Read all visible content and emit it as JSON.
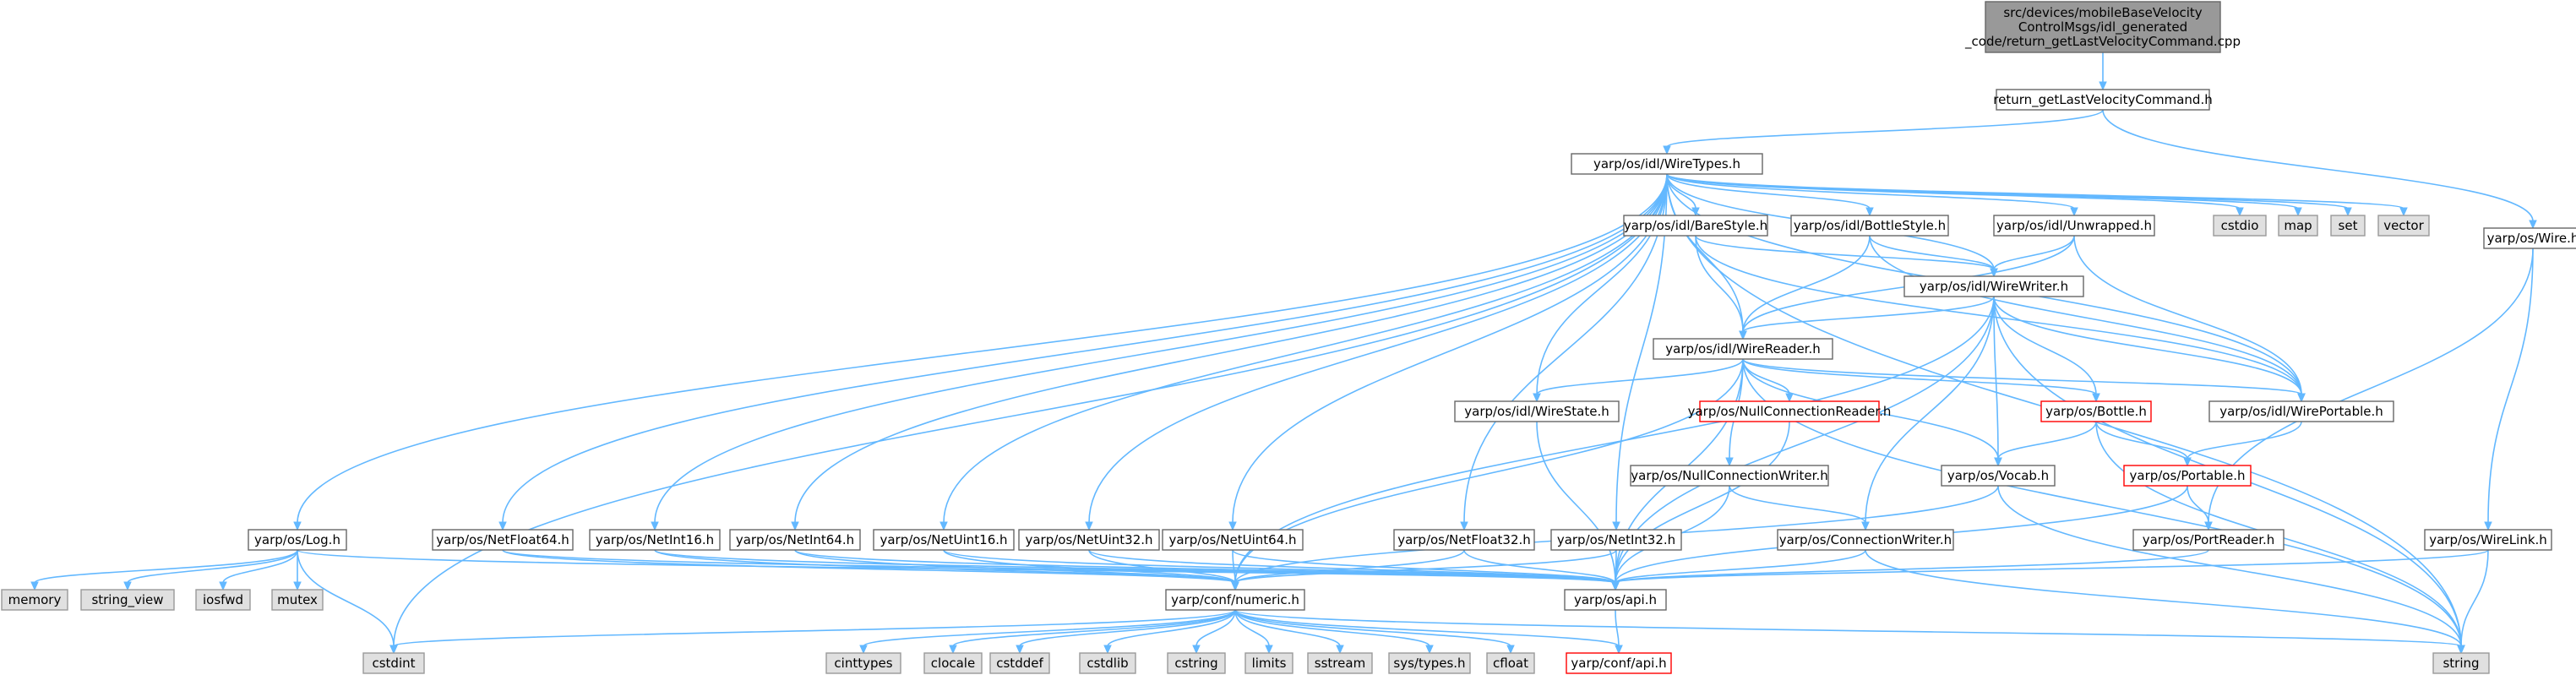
{
  "colors": {
    "root_fill": "#999999",
    "node_fill": "#ffffff",
    "node_stroke": "#666666",
    "external_fill": "#e0e0e0",
    "external_stroke": "#999999",
    "missing_stroke": "#ff0000",
    "edge": "#63b8ff"
  },
  "nodes": [
    {
      "id": "root",
      "kind": "root",
      "lines": [
        "src/devices/mobileBaseVelocity",
        "ControlMsgs/idl_generated",
        "_code/return_getLastVelocityCommand.cpp"
      ]
    },
    {
      "id": "return_h",
      "kind": "internal",
      "lines": [
        "return_getLastVelocityCommand.h"
      ]
    },
    {
      "id": "wiretypes",
      "kind": "internal",
      "lines": [
        "yarp/os/idl/WireTypes.h"
      ]
    },
    {
      "id": "barestyle",
      "kind": "internal",
      "lines": [
        "yarp/os/idl/BareStyle.h"
      ]
    },
    {
      "id": "bottlestyle",
      "kind": "internal",
      "lines": [
        "yarp/os/idl/BottleStyle.h"
      ]
    },
    {
      "id": "unwrapped",
      "kind": "internal",
      "lines": [
        "yarp/os/idl/Unwrapped.h"
      ]
    },
    {
      "id": "cstdio",
      "kind": "external",
      "lines": [
        "cstdio"
      ]
    },
    {
      "id": "map",
      "kind": "external",
      "lines": [
        "map"
      ]
    },
    {
      "id": "set",
      "kind": "external",
      "lines": [
        "set"
      ]
    },
    {
      "id": "vector",
      "kind": "external",
      "lines": [
        "vector"
      ]
    },
    {
      "id": "wire",
      "kind": "internal",
      "lines": [
        "yarp/os/Wire.h"
      ]
    },
    {
      "id": "wirewriter",
      "kind": "internal",
      "lines": [
        "yarp/os/idl/WireWriter.h"
      ]
    },
    {
      "id": "wirereader",
      "kind": "internal",
      "lines": [
        "yarp/os/idl/WireReader.h"
      ]
    },
    {
      "id": "wireportable",
      "kind": "internal",
      "lines": [
        "yarp/os/idl/WirePortable.h"
      ]
    },
    {
      "id": "wirestate",
      "kind": "internal",
      "lines": [
        "yarp/os/idl/WireState.h"
      ]
    },
    {
      "id": "nullconnreader",
      "kind": "missing",
      "lines": [
        "yarp/os/NullConnectionReader.h"
      ]
    },
    {
      "id": "bottle",
      "kind": "missing",
      "lines": [
        "yarp/os/Bottle.h"
      ]
    },
    {
      "id": "nullconnwriter",
      "kind": "internal",
      "lines": [
        "yarp/os/NullConnectionWriter.h"
      ]
    },
    {
      "id": "vocab",
      "kind": "internal",
      "lines": [
        "yarp/os/Vocab.h"
      ]
    },
    {
      "id": "portable",
      "kind": "missing",
      "lines": [
        "yarp/os/Portable.h"
      ]
    },
    {
      "id": "log",
      "kind": "internal",
      "lines": [
        "yarp/os/Log.h"
      ]
    },
    {
      "id": "netfloat64",
      "kind": "internal",
      "lines": [
        "yarp/os/NetFloat64.h"
      ]
    },
    {
      "id": "netint16",
      "kind": "internal",
      "lines": [
        "yarp/os/NetInt16.h"
      ]
    },
    {
      "id": "netint64",
      "kind": "internal",
      "lines": [
        "yarp/os/NetInt64.h"
      ]
    },
    {
      "id": "netuint16",
      "kind": "internal",
      "lines": [
        "yarp/os/NetUint16.h"
      ]
    },
    {
      "id": "netuint32",
      "kind": "internal",
      "lines": [
        "yarp/os/NetUint32.h"
      ]
    },
    {
      "id": "netuint64",
      "kind": "internal",
      "lines": [
        "yarp/os/NetUint64.h"
      ]
    },
    {
      "id": "netfloat32",
      "kind": "internal",
      "lines": [
        "yarp/os/NetFloat32.h"
      ]
    },
    {
      "id": "netint32",
      "kind": "internal",
      "lines": [
        "yarp/os/NetInt32.h"
      ]
    },
    {
      "id": "connwriter",
      "kind": "internal",
      "lines": [
        "yarp/os/ConnectionWriter.h"
      ]
    },
    {
      "id": "portreader",
      "kind": "internal",
      "lines": [
        "yarp/os/PortReader.h"
      ]
    },
    {
      "id": "wirelink",
      "kind": "internal",
      "lines": [
        "yarp/os/WireLink.h"
      ]
    },
    {
      "id": "memory",
      "kind": "external",
      "lines": [
        "memory"
      ]
    },
    {
      "id": "string_view",
      "kind": "external",
      "lines": [
        "string_view"
      ]
    },
    {
      "id": "iosfwd",
      "kind": "external",
      "lines": [
        "iosfwd"
      ]
    },
    {
      "id": "mutex",
      "kind": "external",
      "lines": [
        "mutex"
      ]
    },
    {
      "id": "numeric",
      "kind": "internal",
      "lines": [
        "yarp/conf/numeric.h"
      ]
    },
    {
      "id": "api",
      "kind": "internal",
      "lines": [
        "yarp/os/api.h"
      ]
    },
    {
      "id": "cstdint",
      "kind": "external",
      "lines": [
        "cstdint"
      ]
    },
    {
      "id": "cinttypes",
      "kind": "external",
      "lines": [
        "cinttypes"
      ]
    },
    {
      "id": "clocale",
      "kind": "external",
      "lines": [
        "clocale"
      ]
    },
    {
      "id": "cstddef",
      "kind": "external",
      "lines": [
        "cstddef"
      ]
    },
    {
      "id": "cstdlib",
      "kind": "external",
      "lines": [
        "cstdlib"
      ]
    },
    {
      "id": "cstring",
      "kind": "external",
      "lines": [
        "cstring"
      ]
    },
    {
      "id": "limits",
      "kind": "external",
      "lines": [
        "limits"
      ]
    },
    {
      "id": "sstream",
      "kind": "external",
      "lines": [
        "sstream"
      ]
    },
    {
      "id": "systypes",
      "kind": "external",
      "lines": [
        "sys/types.h"
      ]
    },
    {
      "id": "cfloat",
      "kind": "external",
      "lines": [
        "cfloat"
      ]
    },
    {
      "id": "confapi",
      "kind": "missing",
      "lines": [
        "yarp/conf/api.h"
      ]
    },
    {
      "id": "string",
      "kind": "external",
      "lines": [
        "string"
      ]
    }
  ],
  "edges": [
    [
      "root",
      "return_h"
    ],
    [
      "return_h",
      "wiretypes"
    ],
    [
      "return_h",
      "wire"
    ],
    [
      "wiretypes",
      "barestyle"
    ],
    [
      "wiretypes",
      "bottlestyle"
    ],
    [
      "wiretypes",
      "unwrapped"
    ],
    [
      "wiretypes",
      "cstdio"
    ],
    [
      "wiretypes",
      "map"
    ],
    [
      "wiretypes",
      "set"
    ],
    [
      "wiretypes",
      "vector"
    ],
    [
      "wiretypes",
      "wirewriter"
    ],
    [
      "wiretypes",
      "wirereader"
    ],
    [
      "wiretypes",
      "wireportable"
    ],
    [
      "wiretypes",
      "wirestate"
    ],
    [
      "wiretypes",
      "log"
    ],
    [
      "wiretypes",
      "netfloat64"
    ],
    [
      "wiretypes",
      "netint16"
    ],
    [
      "wiretypes",
      "netint64"
    ],
    [
      "wiretypes",
      "netuint16"
    ],
    [
      "wiretypes",
      "netuint32"
    ],
    [
      "wiretypes",
      "netuint64"
    ],
    [
      "wiretypes",
      "netfloat32"
    ],
    [
      "wiretypes",
      "netint32"
    ],
    [
      "wiretypes",
      "cstdint"
    ],
    [
      "wiretypes",
      "string"
    ],
    [
      "barestyle",
      "wirewriter"
    ],
    [
      "barestyle",
      "wirereader"
    ],
    [
      "barestyle",
      "wireportable"
    ],
    [
      "bottlestyle",
      "wirewriter"
    ],
    [
      "bottlestyle",
      "wirereader"
    ],
    [
      "bottlestyle",
      "wireportable"
    ],
    [
      "unwrapped",
      "wirewriter"
    ],
    [
      "unwrapped",
      "wirereader"
    ],
    [
      "unwrapped",
      "wireportable"
    ],
    [
      "wirewriter",
      "wirereader"
    ],
    [
      "wirewriter",
      "wireportable"
    ],
    [
      "wirewriter",
      "bottle"
    ],
    [
      "wirewriter",
      "vocab"
    ],
    [
      "wirewriter",
      "connwriter"
    ],
    [
      "wirewriter",
      "numeric"
    ],
    [
      "wirewriter",
      "api"
    ],
    [
      "wirewriter",
      "string"
    ],
    [
      "wirereader",
      "wirestate"
    ],
    [
      "wirereader",
      "wireportable"
    ],
    [
      "wirereader",
      "nullconnreader"
    ],
    [
      "wirereader",
      "bottle"
    ],
    [
      "wirereader",
      "nullconnwriter"
    ],
    [
      "wirereader",
      "vocab"
    ],
    [
      "wirereader",
      "numeric"
    ],
    [
      "wirereader",
      "api"
    ],
    [
      "wirereader",
      "string"
    ],
    [
      "wireportable",
      "portable"
    ],
    [
      "wirestate",
      "api"
    ],
    [
      "nullconnreader",
      "api"
    ],
    [
      "bottle",
      "portable"
    ],
    [
      "bottle",
      "vocab"
    ],
    [
      "bottle",
      "string"
    ],
    [
      "nullconnwriter",
      "connwriter"
    ],
    [
      "nullconnwriter",
      "api"
    ],
    [
      "vocab",
      "numeric"
    ],
    [
      "vocab",
      "string"
    ],
    [
      "portable",
      "portreader"
    ],
    [
      "portable",
      "api"
    ],
    [
      "portreader",
      "api"
    ],
    [
      "connwriter",
      "api"
    ],
    [
      "connwriter",
      "string"
    ],
    [
      "wire",
      "portreader"
    ],
    [
      "wire",
      "wirelink"
    ],
    [
      "wirelink",
      "api"
    ],
    [
      "wirelink",
      "string"
    ],
    [
      "log",
      "memory"
    ],
    [
      "log",
      "string_view"
    ],
    [
      "log",
      "iosfwd"
    ],
    [
      "log",
      "mutex"
    ],
    [
      "log",
      "cstdint"
    ],
    [
      "log",
      "api"
    ],
    [
      "netfloat64",
      "numeric"
    ],
    [
      "netfloat64",
      "api"
    ],
    [
      "netint16",
      "numeric"
    ],
    [
      "netint16",
      "api"
    ],
    [
      "netint64",
      "numeric"
    ],
    [
      "netint64",
      "api"
    ],
    [
      "netuint16",
      "numeric"
    ],
    [
      "netuint16",
      "api"
    ],
    [
      "netuint32",
      "numeric"
    ],
    [
      "netuint32",
      "api"
    ],
    [
      "netuint64",
      "numeric"
    ],
    [
      "netuint64",
      "api"
    ],
    [
      "netfloat32",
      "numeric"
    ],
    [
      "netfloat32",
      "api"
    ],
    [
      "netint32",
      "numeric"
    ],
    [
      "netint32",
      "api"
    ],
    [
      "numeric",
      "cstdint"
    ],
    [
      "numeric",
      "cinttypes"
    ],
    [
      "numeric",
      "clocale"
    ],
    [
      "numeric",
      "cstddef"
    ],
    [
      "numeric",
      "cstdlib"
    ],
    [
      "numeric",
      "cstring"
    ],
    [
      "numeric",
      "limits"
    ],
    [
      "numeric",
      "sstream"
    ],
    [
      "numeric",
      "systypes"
    ],
    [
      "numeric",
      "cfloat"
    ],
    [
      "numeric",
      "confapi"
    ],
    [
      "numeric",
      "string"
    ],
    [
      "api",
      "confapi"
    ]
  ]
}
